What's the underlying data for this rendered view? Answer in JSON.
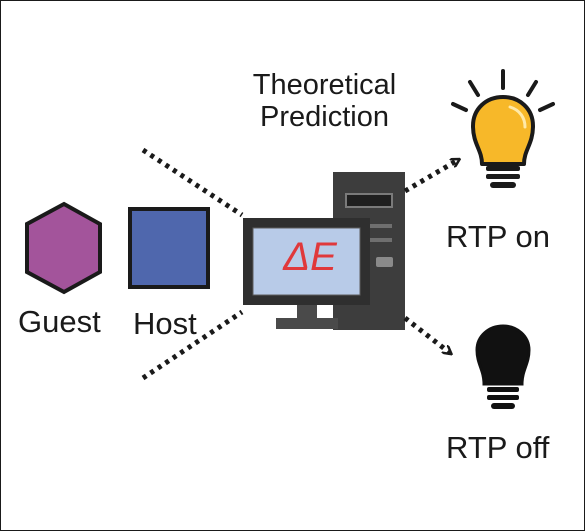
{
  "title_line1": "Theoretical",
  "title_line2": "Prediction",
  "monitor_symbol": "ΔE",
  "labels": {
    "guest": "Guest",
    "host": "Host",
    "rtp_on": "RTP on",
    "rtp_off": "RTP off"
  },
  "icons": {
    "guest": "hexagon-icon",
    "host": "square-icon",
    "computer": "desktop-computer-icon",
    "bulb_on": "lightbulb-on-icon",
    "bulb_off": "lightbulb-off-icon"
  },
  "colors": {
    "guest": "#a3549b",
    "host": "#4f67ad",
    "screen": "#b8cbe8",
    "computer": "#3d3d3d",
    "bulb_on": "#f7b829",
    "bulb_off": "#111111",
    "delta": "#e0383b"
  }
}
